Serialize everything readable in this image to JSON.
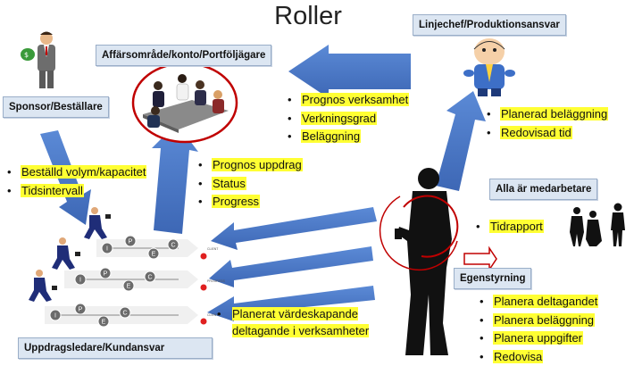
{
  "title": "Roller",
  "roles": {
    "linjechef": "Linjechef/Produktionsansvar",
    "affarsomrade": "Affärsområde/konto/Portföljägare",
    "sponsor": "Sponsor/Beställare",
    "alla": "Alla är medarbetare",
    "egenstyrning": "Egenstyrning",
    "uppdragsledare": "Uppdragsledare/Kundansvar"
  },
  "lists": {
    "affarsomrade": [
      "Prognos verksamhet",
      "Verkningsgrad",
      "Beläggning"
    ],
    "linjechef": [
      "Planerad beläggning",
      "Redovisad tid"
    ],
    "sponsor": [
      "Beställd volym/kapacitet",
      "Tidsintervall"
    ],
    "uppdrag": [
      "Prognos uppdrag",
      "Status",
      "Progress"
    ],
    "medarbetare": [
      "Tidrapport"
    ],
    "egenstyrning": [
      "Planera deltagandet",
      "Planera beläggning",
      "Planera uppgifter",
      "Redovisa"
    ],
    "vardeskapande": [
      "Planerat värdeskapande",
      "deltagande i verksamheter"
    ]
  },
  "process_labels": [
    "I",
    "P",
    "E",
    "C",
    "I",
    "P",
    "E",
    "C",
    "I",
    "P",
    "E",
    "C"
  ],
  "colors": {
    "arrow": "#4472c4",
    "highlight": "#ffff33",
    "role_box": "#dce6f2",
    "ellipse": "#c00000",
    "silhouette": "#111111"
  }
}
